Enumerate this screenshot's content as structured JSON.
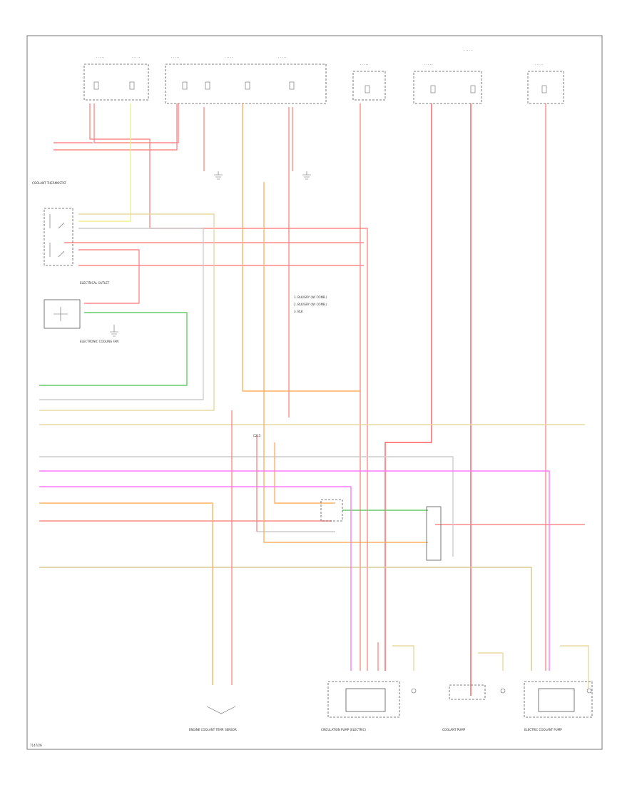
{
  "diagram": {
    "footer_code": "7147/26",
    "colors": {
      "red": "#ff8a8a",
      "red_strong": "#ff5a5a",
      "pink": "#ff7aff",
      "orange": "#ffb060",
      "yellow": "#f0f090",
      "green": "#66cc66",
      "tan": "#e8d8a0",
      "gray_wire": "#cccccc"
    },
    "components": {
      "engine_coolant_temp_sensor": "ENGINE COOLANT TEMP. SENSOR",
      "coolant_thermostat": "COOLANT THERMOSTAT",
      "electrical_outlet": "ELECTRICAL OUTLET",
      "electronic_cooling_fan": "ELECTRONIC COOLING FAN",
      "c215": "C215",
      "circulation_pump": "CIRCULATION PUMP (ELECTRIC)",
      "coolant_pump": "COOLANT PUMP",
      "electric_coolant_pump": "ELECTRIC COOLANT PUMP"
    },
    "legend": [
      "1. BLK/GRY (W/ COMB.)",
      "2. BLK/GRY (W/ COMB.)",
      "3. BLK"
    ]
  }
}
